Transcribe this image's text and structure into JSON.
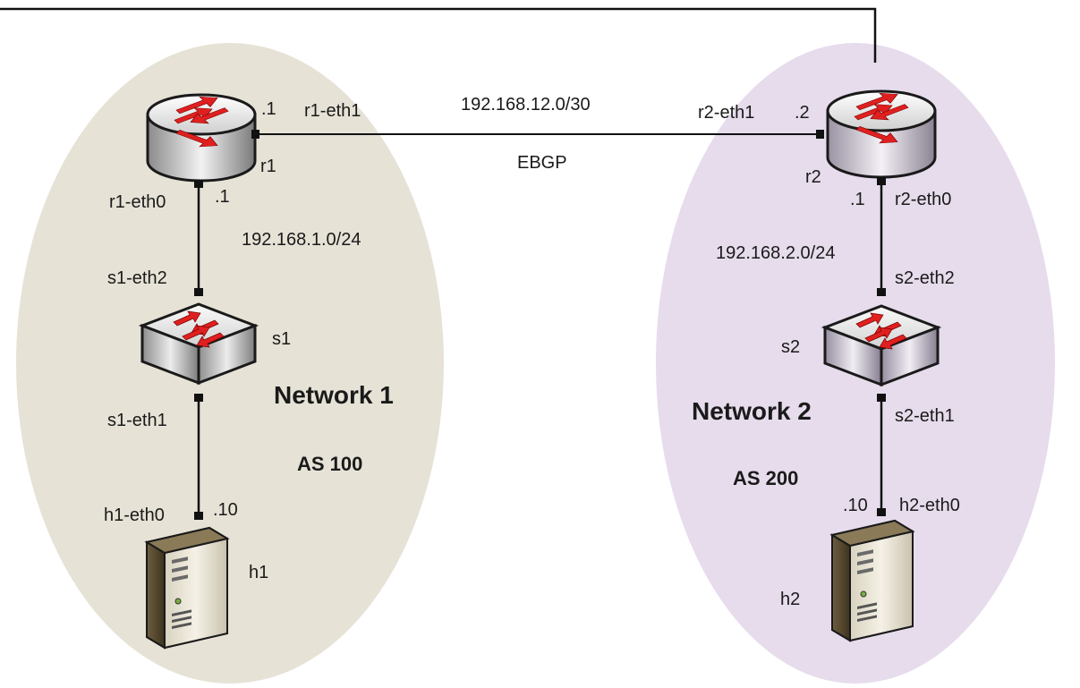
{
  "colors": {
    "network1_fill": "#e6e2d6",
    "network2_fill": "#e6dcec",
    "link": "#111111",
    "arrow": "#e02020"
  },
  "icons": {
    "router": "router-icon",
    "switch": "switch-icon",
    "host": "server-icon"
  },
  "network1": {
    "name": "Network 1",
    "as": "AS 100",
    "router": {
      "name": "r1",
      "eth0": "r1-eth0",
      "eth0_ip": ".1",
      "eth1": "r1-eth1",
      "eth1_ip": ".1"
    },
    "subnet": "192.168.1.0/24",
    "switch": {
      "name": "s1",
      "eth2": "s1-eth2",
      "eth1": "s1-eth1"
    },
    "host": {
      "name": "h1",
      "eth0": "h1-eth0",
      "ip": ".10"
    }
  },
  "network2": {
    "name": "Network 2",
    "as": "AS 200",
    "router": {
      "name": "r2",
      "eth0": "r2-eth0",
      "eth0_ip": ".1",
      "eth1": "r2-eth1",
      "eth1_ip": ".2"
    },
    "subnet": "192.168.2.0/24",
    "switch": {
      "name": "s2",
      "eth2": "s2-eth2",
      "eth1": "s2-eth1"
    },
    "host": {
      "name": "h2",
      "eth0": "h2-eth0",
      "ip": ".10"
    }
  },
  "link": {
    "subnet": "192.168.12.0/30",
    "protocol": "EBGP"
  }
}
